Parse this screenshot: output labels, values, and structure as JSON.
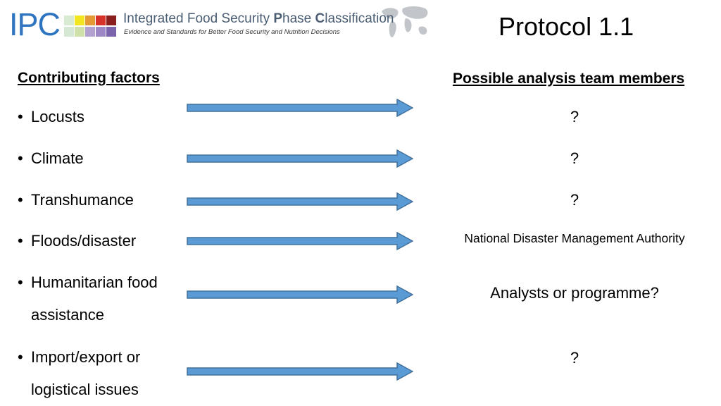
{
  "header": {
    "logo_ipc": "IPC",
    "logo_title_parts": [
      "Integrated Food Security ",
      "P",
      "hase ",
      "C",
      "lassification"
    ],
    "logo_subtitle": "Evidence and Standards for Better Food Security and Nutrition Decisions",
    "logo_square_colors": [
      "#d9ead3",
      "#f1e61f",
      "#e59b35",
      "#d7312b",
      "#8a1e1e",
      "#d5e8d4",
      "#cfe0a8",
      "#b3a2d1",
      "#9d87c4",
      "#7c64ac"
    ],
    "page_title": "Protocol 1.1"
  },
  "columns": {
    "left_header": "Contributing factors",
    "right_header": "Possible analysis team members"
  },
  "factors": [
    {
      "label": "Locusts",
      "member": "?"
    },
    {
      "label": "Climate",
      "member": "?"
    },
    {
      "label": "Transhumance",
      "member": "?"
    },
    {
      "label": "Floods/disaster",
      "member": "National Disaster Management Authority"
    },
    {
      "label": "Humanitarian food assistance",
      "member": "Analysts or programme?"
    },
    {
      "label": "Import/export or logistical issues",
      "member": "?"
    }
  ],
  "bullet": "•",
  "colors": {
    "arrow_fill": "#5b9bd5",
    "arrow_stroke": "#41719c",
    "logo_blue": "#2e74c0"
  }
}
